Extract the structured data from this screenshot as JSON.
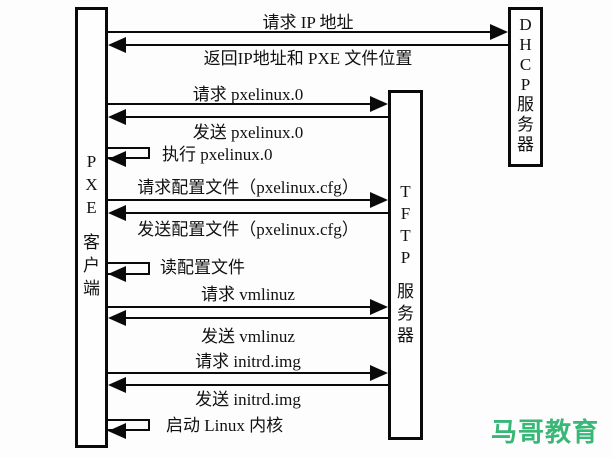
{
  "diagram": {
    "title": "PXE boot sequence diagram",
    "type": "sequence"
  },
  "boxes": {
    "pxe_client": {
      "name": "PXE 客户端",
      "chars": [
        "P",
        "X",
        "E",
        "客",
        "户",
        "端"
      ]
    },
    "tftp_server": {
      "name": "TFTP 服务器",
      "chars": [
        "T",
        "F",
        "T",
        "P",
        "服",
        "务",
        "器"
      ]
    },
    "dhcp_server": {
      "name": "DHCP 服务器",
      "chars": [
        "D",
        "H",
        "C",
        "P",
        "服",
        "务",
        "器"
      ]
    }
  },
  "messages": [
    {
      "label": "请求 IP 地址",
      "from": "pxe_client",
      "to": "dhcp_server",
      "direction": "right"
    },
    {
      "label": "返回IP地址和 PXE 文件位置",
      "from": "dhcp_server",
      "to": "pxe_client",
      "direction": "left"
    },
    {
      "label": "请求 pxelinux.0",
      "from": "pxe_client",
      "to": "tftp_server",
      "direction": "right"
    },
    {
      "label": "发送 pxelinux.0",
      "from": "tftp_server",
      "to": "pxe_client",
      "direction": "left"
    },
    {
      "label": "执行 pxelinux.0",
      "from": "pxe_client",
      "to": "pxe_client",
      "direction": "self"
    },
    {
      "label": "请求配置文件（pxelinux.cfg）",
      "from": "pxe_client",
      "to": "tftp_server",
      "direction": "right"
    },
    {
      "label": "发送配置文件（pxelinux.cfg）",
      "from": "tftp_server",
      "to": "pxe_client",
      "direction": "left"
    },
    {
      "label": "读配置文件",
      "from": "pxe_client",
      "to": "pxe_client",
      "direction": "self"
    },
    {
      "label": "请求 vmlinuz",
      "from": "pxe_client",
      "to": "tftp_server",
      "direction": "right"
    },
    {
      "label": "发送 vmlinuz",
      "from": "tftp_server",
      "to": "pxe_client",
      "direction": "left"
    },
    {
      "label": "请求 initrd.img",
      "from": "pxe_client",
      "to": "tftp_server",
      "direction": "right"
    },
    {
      "label": "发送 initrd.img",
      "from": "tftp_server",
      "to": "pxe_client",
      "direction": "left"
    },
    {
      "label": "启动 Linux 内核",
      "from": "pxe_client",
      "to": "pxe_client",
      "direction": "self"
    }
  ],
  "watermark": {
    "text": "马哥教育",
    "color": "#38b776"
  },
  "colors": {
    "line": "#0a0a0a",
    "background": "#fdfdfd"
  }
}
